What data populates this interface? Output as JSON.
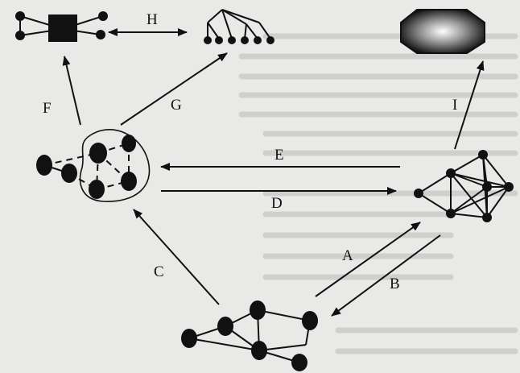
{
  "diagram": {
    "arrow_labels": {
      "a": "A",
      "b": "B",
      "c": "C",
      "d": "D",
      "e": "E",
      "f": "F",
      "g": "G",
      "h": "H",
      "i": "I"
    }
  }
}
